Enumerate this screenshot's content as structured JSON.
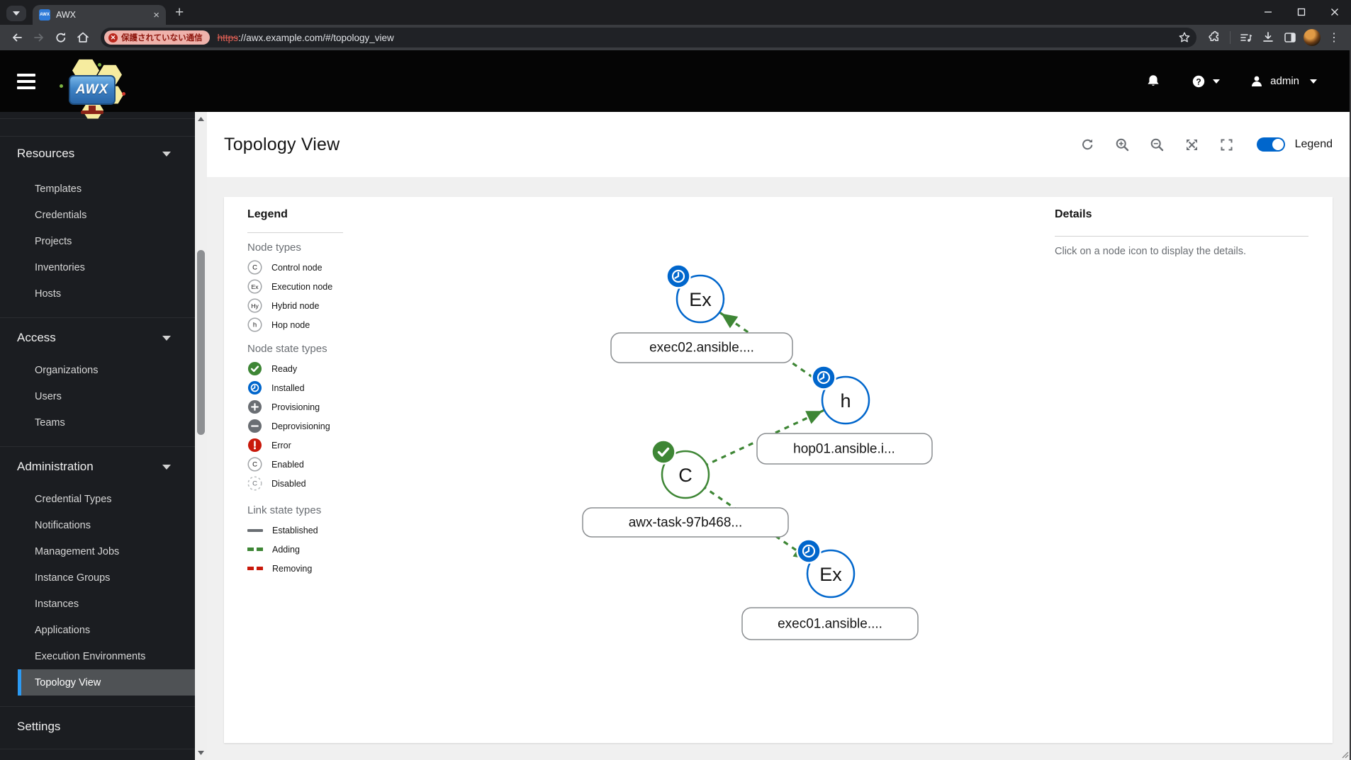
{
  "browser": {
    "tab_title": "AWX",
    "favicon_text": "AWX",
    "security_chip": "保護されていない通信",
    "url_scheme": "https",
    "url_rest": "://awx.example.com/#/topology_view",
    "glyphs": {
      "new_tab": "+",
      "tab_close": "×",
      "menu_dots": "⋮"
    }
  },
  "header": {
    "brand": "AWX",
    "user": "admin"
  },
  "sidebar": {
    "groups": [
      {
        "label": "Resources",
        "items": [
          {
            "label": "Templates"
          },
          {
            "label": "Credentials"
          },
          {
            "label": "Projects"
          },
          {
            "label": "Inventories"
          },
          {
            "label": "Hosts"
          }
        ]
      },
      {
        "label": "Access",
        "items": [
          {
            "label": "Organizations"
          },
          {
            "label": "Users"
          },
          {
            "label": "Teams"
          }
        ]
      },
      {
        "label": "Administration",
        "items": [
          {
            "label": "Credential Types"
          },
          {
            "label": "Notifications"
          },
          {
            "label": "Management Jobs"
          },
          {
            "label": "Instance Groups"
          },
          {
            "label": "Instances"
          },
          {
            "label": "Applications"
          },
          {
            "label": "Execution Environments"
          },
          {
            "label": "Topology View"
          }
        ]
      },
      {
        "label": "Settings",
        "items": []
      }
    ],
    "selected": "Topology View"
  },
  "page": {
    "title": "Topology View"
  },
  "toolbar": {
    "legend_label": "Legend",
    "legend_toggle_on": true
  },
  "legend": {
    "title": "Legend",
    "node_types": {
      "title": "Node types",
      "items": [
        {
          "badge": "C",
          "label": "Control node"
        },
        {
          "badge": "Ex",
          "label": "Execution node"
        },
        {
          "badge": "Hy",
          "label": "Hybrid node"
        },
        {
          "badge": "h",
          "label": "Hop node"
        }
      ]
    },
    "node_state_types": {
      "title": "Node state types",
      "items": [
        {
          "state": "ready",
          "label": "Ready"
        },
        {
          "state": "installed",
          "label": "Installed"
        },
        {
          "state": "provisioning",
          "label": "Provisioning"
        },
        {
          "state": "deprovisioning",
          "label": "Deprovisioning"
        },
        {
          "state": "error",
          "label": "Error"
        },
        {
          "state": "enabled",
          "label": "Enabled",
          "badge": "C"
        },
        {
          "state": "disabled",
          "label": "Disabled",
          "badge": "C"
        }
      ]
    },
    "link_state_types": {
      "title": "Link state types",
      "items": [
        {
          "state": "established",
          "label": "Established"
        },
        {
          "state": "adding",
          "label": "Adding"
        },
        {
          "state": "removing",
          "label": "Removing"
        }
      ]
    }
  },
  "details": {
    "title": "Details",
    "empty_message": "Click on a node icon to display the details."
  },
  "graph": {
    "nodes": [
      {
        "letter": "Ex",
        "label": "exec02.ansible....",
        "type": "execution",
        "state": "installed"
      },
      {
        "letter": "h",
        "label": "hop01.ansible.i...",
        "type": "hop",
        "state": "installed"
      },
      {
        "letter": "C",
        "label": "awx-task-97b468...",
        "type": "control",
        "state": "ready"
      },
      {
        "letter": "Ex",
        "label": "exec01.ansible....",
        "type": "execution",
        "state": "installed"
      }
    ],
    "links": [
      {
        "source": "hop01.ansible.i...",
        "target": "exec02.ansible....",
        "state": "adding"
      },
      {
        "source": "awx-task-97b468...",
        "target": "hop01.ansible.i...",
        "state": "adding"
      },
      {
        "source": "awx-task-97b468...",
        "target": "exec01.ansible....",
        "state": "adding"
      }
    ]
  },
  "colors": {
    "primary_blue": "#0066cc",
    "success_green": "#3e8635",
    "danger_red": "#c9190b",
    "icon_gray": "#6a6e73",
    "nav_selected_border": "#2b9af3",
    "nav_selected_bg": "#4f5255"
  }
}
